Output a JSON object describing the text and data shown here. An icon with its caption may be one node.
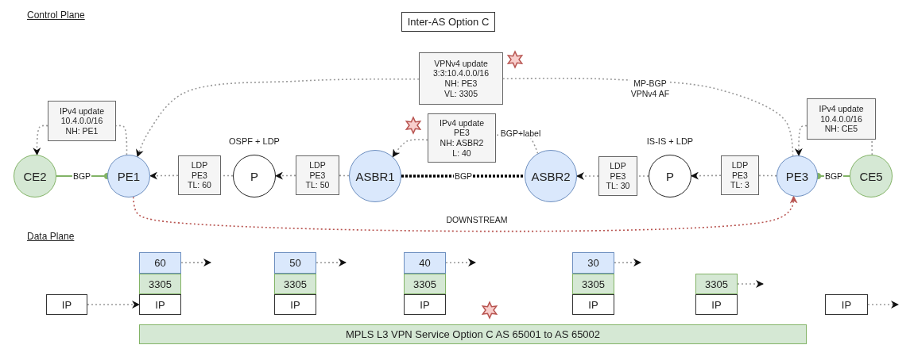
{
  "diagram": {
    "title": "Inter-AS Option C",
    "nodes": [
      {
        "text": [
          "CE2"
        ]
      },
      {
        "text": [
          "PE1"
        ]
      },
      {
        "text": [
          "LDP PE3 TL: 60"
        ]
      },
      {
        "text": [
          "P"
        ],
        "beside": [
          "OSPF + LDP"
        ]
      },
      {
        "text": [
          "LDP PE3 TL: 50"
        ]
      },
      {
        "text": [
          "ASBR1"
        ]
      },
      {
        "text": [
          "ASBR2"
        ]
      },
      {
        "text": [
          "LDP PE3 TL: 30"
        ]
      },
      {
        "text": [
          "P"
        ],
        "beside": [
          "IS-IS + LDP"
        ]
      },
      {
        "text": [
          "LDP PE3 TL: 3"
        ]
      },
      {
        "text": [
          "PE3"
        ]
      },
      {
        "text": [
          "CE5"
        ]
      },
      {
        "text": [
          "IPv4 update 10.4.0.0/16 NH: PE1"
        ]
      },
      {
        "text": [
          "VPNv4 update 3:3:10.4.0.0/16 NH: PE3 VL: 3305"
        ]
      },
      {
        "text": [
          "IPv4 update PE3 NH: ASBR2 L: 40"
        ]
      },
      {
        "text": [
          "IPv4 update 10.4.0.0/16 NH: CE5"
        ]
      },
      {
        "text": [
          "IP"
        ]
      },
      {
        "text": [
          "60"
        ]
      },
      {
        "text": [
          "3305"
        ]
      },
      {
        "text": [
          "IP"
        ]
      },
      {
        "text": [
          "50"
        ]
      },
      {
        "text": [
          "3305"
        ]
      },
      {
        "text": [
          "IP"
        ]
      },
      {
        "text": [
          "40"
        ]
      },
      {
        "text": [
          "3305"
        ]
      },
      {
        "text": [
          "IP"
        ]
      },
      {
        "text": [
          "30"
        ]
      },
      {
        "text": [
          "3305"
        ]
      },
      {
        "text": [
          "IP"
        ]
      },
      {
        "text": [
          "3305"
        ]
      },
      {
        "text": [
          "IP"
        ]
      },
      {
        "text": [
          "IP"
        ]
      },
      {
        "text": [
          "MPLS L3 VPN Service Option C AS 65001 to AS 65002"
        ]
      }
    ],
    "edges": [
      {
        "from": 0,
        "to": 1,
        "arrow": "other",
        "label": "BGP",
        "color": "#82b366"
      },
      {
        "from": 11,
        "to": 10,
        "arrow": "other",
        "label": "BGP",
        "color": "#82b366"
      },
      {
        "from": 2,
        "to": 1,
        "arrow": "to",
        "style": "dashed"
      },
      {
        "from": 3,
        "to": 2,
        "arrow": "none",
        "style": "dashed"
      },
      {
        "from": 4,
        "to": 3,
        "arrow": "to",
        "style": "dashed"
      },
      {
        "from": 5,
        "to": 4,
        "arrow": "none",
        "style": "dashed"
      },
      {
        "from": 5,
        "to": 6,
        "arrow": "none",
        "label": "BGP",
        "style": "dashed",
        "color": "#000000"
      },
      {
        "from": 7,
        "to": 6,
        "arrow": "to",
        "style": "dashed"
      },
      {
        "from": 8,
        "to": 7,
        "arrow": "none",
        "style": "dashed"
      },
      {
        "from": 9,
        "to": 8,
        "arrow": "to",
        "style": "dashed"
      },
      {
        "from": 10,
        "to": 9,
        "arrow": "none",
        "style": "dashed"
      },
      {
        "from": 1,
        "to": 10,
        "arrow": "to",
        "label": "DOWNSTREAM",
        "style": "dashed",
        "color": "#b85450"
      },
      {
        "from": 12,
        "to": 0,
        "arrow": "to",
        "style": "dashed"
      },
      {
        "from": 1,
        "to": 12,
        "arrow": "none",
        "style": "dashed"
      },
      {
        "from": 13,
        "to": 1,
        "arrow": "to",
        "style": "dashed"
      },
      {
        "from": 10,
        "to": 13,
        "arrow": "none",
        "label": "MP-BGP VPNv4 AF",
        "style": "dashed"
      },
      {
        "from": 14,
        "to": 5,
        "arrow": "to",
        "style": "dashed"
      },
      {
        "from": 6,
        "to": 14,
        "arrow": "none",
        "label": "BGP+label",
        "style": "dashed"
      },
      {
        "from": 15,
        "to": 10,
        "arrow": "to",
        "style": "dashed"
      },
      {
        "from": 11,
        "to": 15,
        "arrow": "none",
        "style": "dashed"
      },
      {
        "from": 16,
        "to": 19,
        "arrow": "to",
        "style": "dashed"
      },
      {
        "from": 17,
        "to": null,
        "arrow": "to",
        "style": "dashed"
      },
      {
        "from": 20,
        "to": null,
        "arrow": "to",
        "style": "dashed"
      },
      {
        "from": 23,
        "to": null,
        "arrow": "to",
        "style": "dashed"
      },
      {
        "from": 26,
        "to": null,
        "arrow": "to",
        "style": "dashed"
      },
      {
        "from": 29,
        "to": null,
        "arrow": "to",
        "style": "dashed"
      },
      {
        "from": 31,
        "to": null,
        "arrow": "to",
        "style": "dashed"
      }
    ],
    "labels": [
      "Control Plane",
      "Data Plane"
    ]
  }
}
